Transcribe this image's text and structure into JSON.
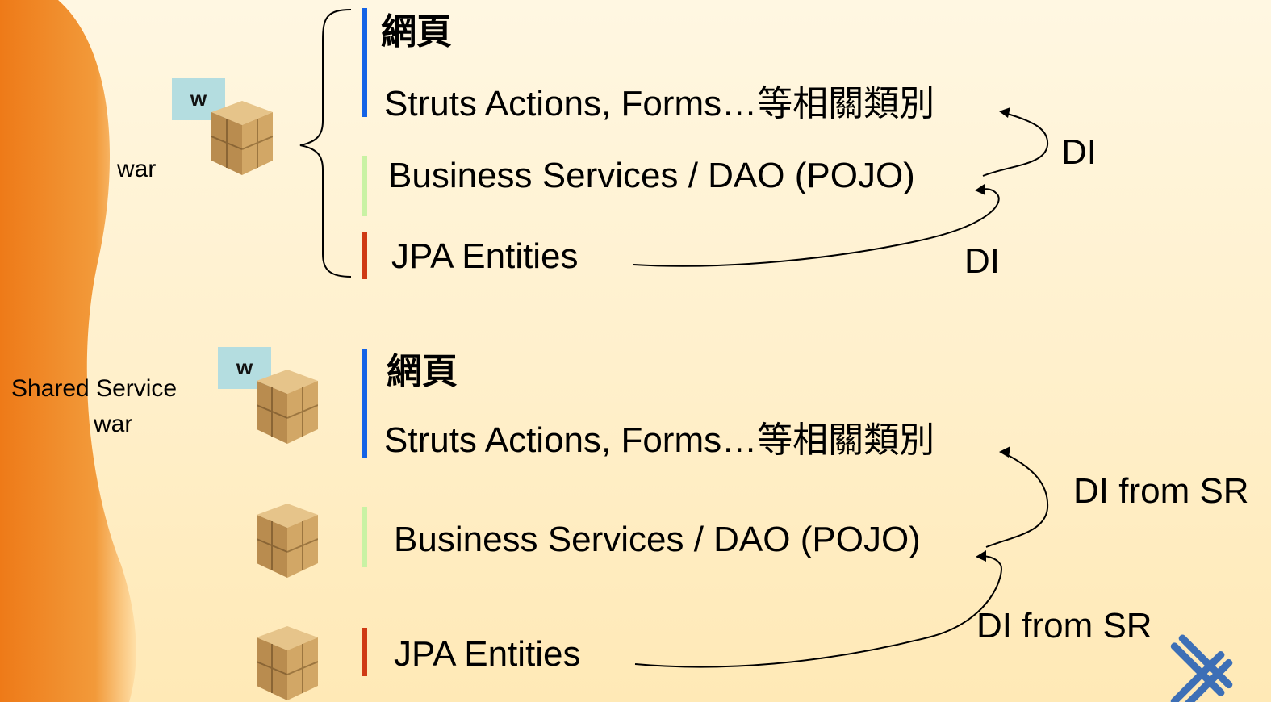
{
  "top_group": {
    "badge": "w",
    "package_label": "war",
    "layers": {
      "web": "網頁",
      "struts": "Struts Actions, Forms…等相關類別",
      "business": "Business Services / DAO (POJO)",
      "jpa": "JPA Entities"
    },
    "di_upper": "DI",
    "di_lower": "DI"
  },
  "bottom_group": {
    "badge": "w",
    "package_label_line1": "Shared Service",
    "package_label_line2": "war",
    "layers": {
      "web": "網頁",
      "struts": "Struts Actions, Forms…等相關類別",
      "business": "Business Services / DAO (POJO)",
      "jpa": "JPA Entities"
    },
    "di_upper": "DI from SR",
    "di_lower": "DI from SR"
  },
  "colors": {
    "web_bar": "#1463e6",
    "business_bar": "#c9f2a4",
    "jpa_bar": "#cf3a14",
    "background": "#fff1cf",
    "swoosh": "#f07f1f"
  },
  "icons": [
    "package-box-icon",
    "sun-logo-icon"
  ]
}
